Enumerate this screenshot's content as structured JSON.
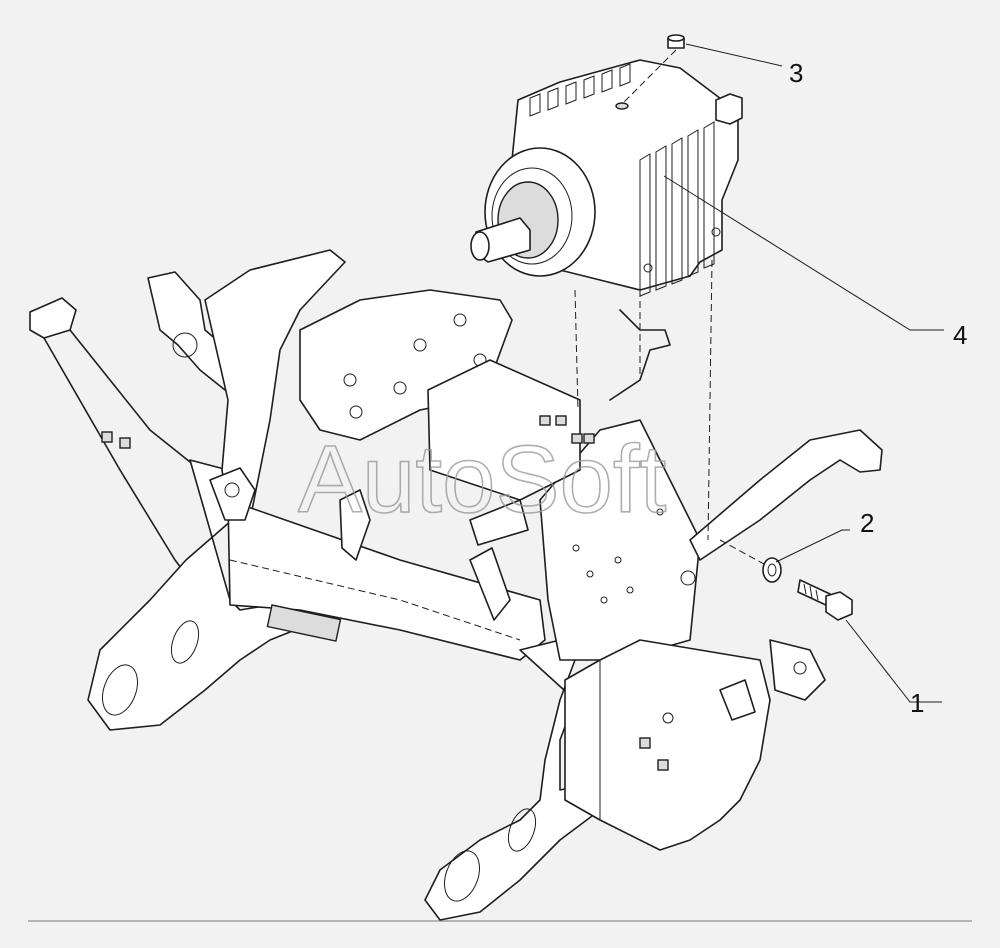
{
  "watermark": "AutoSoft",
  "callouts": [
    {
      "number": "1",
      "part": "bolt"
    },
    {
      "number": "2",
      "part": "washer"
    },
    {
      "number": "3",
      "part": "plug"
    },
    {
      "number": "4",
      "part": "gearbox"
    }
  ]
}
